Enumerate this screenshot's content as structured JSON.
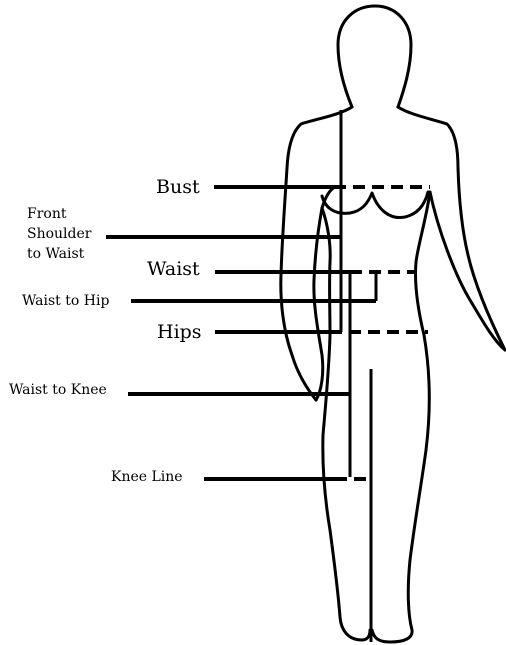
{
  "labels": {
    "bust": "Bust",
    "front_shoulder_line1": "Front",
    "front_shoulder_line2": "Shoulder",
    "front_shoulder_line3": "to Waist",
    "waist": "Waist",
    "waist_to_hip": "Waist to Hip",
    "hips": "Hips",
    "waist_to_knee": "Waist to Knee",
    "knee_line": "Knee Line"
  },
  "colors": {
    "ink": "#000000",
    "background": "#ffffff"
  }
}
